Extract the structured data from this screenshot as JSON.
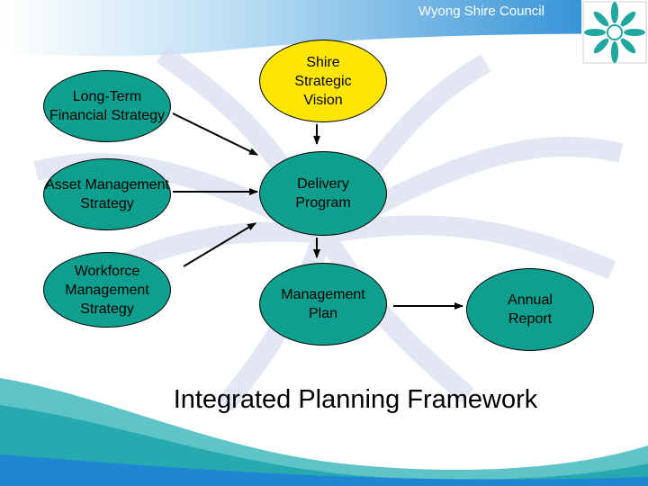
{
  "header": {
    "organisation": "Wyong Shire Council"
  },
  "colors": {
    "teal": "#0e9f8e",
    "yellow": "#ffe600",
    "header_blue": "#1f86d1",
    "wave_teal": "#27a9b0"
  },
  "icons": {
    "logo": "flower-logo-icon"
  },
  "diagram": {
    "nodes": {
      "long_term_financial": "Long-Term Financial Strategy",
      "asset_management": "Asset Management Strategy",
      "workforce_management": "Workforce Management Strategy",
      "strategic_vision": "Shire Strategic Vision",
      "delivery_program": "Delivery Program",
      "management_plan": "Management Plan",
      "annual_report": "Annual Report"
    },
    "title": "Integrated Planning Framework"
  }
}
